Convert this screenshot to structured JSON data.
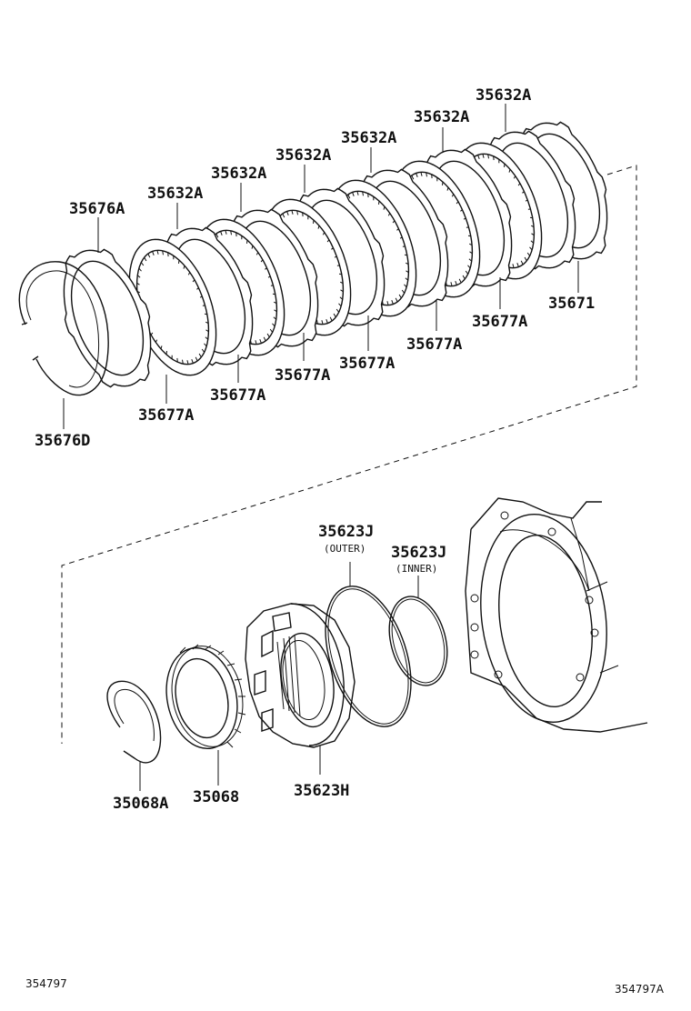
{
  "labels": {
    "p35676A": "35676A",
    "p35676D": "35676D",
    "p35632A_1": "35632A",
    "p35632A_2": "35632A",
    "p35632A_3": "35632A",
    "p35632A_4": "35632A",
    "p35632A_5": "35632A",
    "p35632A_6": "35632A",
    "p35677A_1": "35677A",
    "p35677A_2": "35677A",
    "p35677A_3": "35677A",
    "p35677A_4": "35677A",
    "p35677A_5": "35677A",
    "p35677A_6": "35677A",
    "p35671": "35671",
    "p35623J_outer": "35623J",
    "outer_note": "(OUTER)",
    "p35623J_inner": "35623J",
    "inner_note": "(INNER)",
    "p35068A": "35068A",
    "p35068": "35068",
    "p35623H": "35623H"
  },
  "codes": {
    "left": "354797",
    "right": "354797A"
  },
  "colors": {
    "line": "#111111",
    "background": "#ffffff"
  }
}
